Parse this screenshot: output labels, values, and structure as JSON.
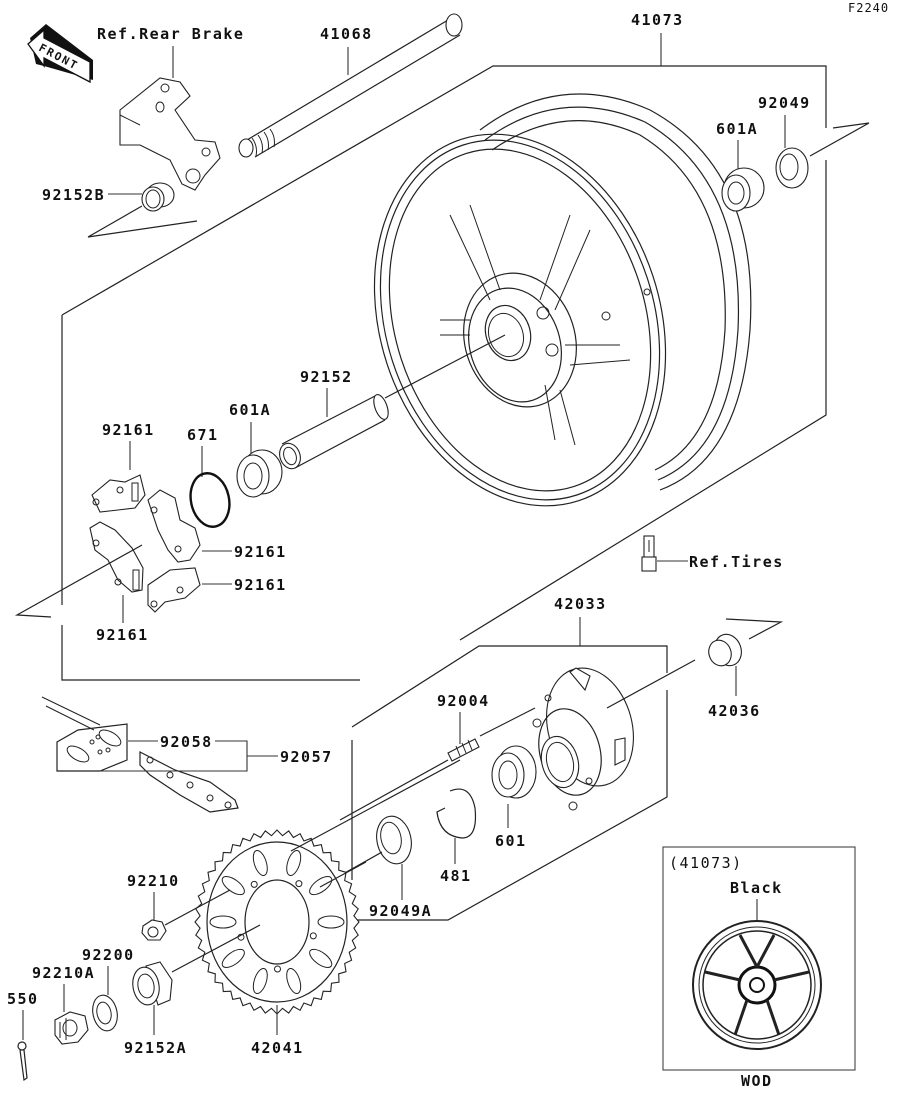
{
  "diagram": {
    "figure_code": "F2240",
    "front_arrow_label": "FRONT",
    "callouts": {
      "ref_rear_brake": "Ref.Rear Brake",
      "p41068": "41068",
      "p41073": "41073",
      "p92049": "92049",
      "p601A_top": "601A",
      "p92152B": "92152B",
      "p92152": "92152",
      "p601A_mid": "601A",
      "p671": "671",
      "p92161_a": "92161",
      "p92161_b": "92161",
      "p92161_c": "92161",
      "p92161_d": "92161",
      "ref_tires": "Ref.Tires",
      "p42033": "42033",
      "p42036": "42036",
      "p92004": "92004",
      "p92058": "92058",
      "p92057": "92057",
      "p601": "601",
      "p481": "481",
      "p92049A": "92049A",
      "p92210": "92210",
      "p92200": "92200",
      "p92210A": "92210A",
      "p550": "550",
      "p92152A": "92152A",
      "p42041": "42041"
    },
    "inset": {
      "part_ref": "(41073)",
      "color_label": "Black",
      "color_code": "WOD"
    }
  }
}
